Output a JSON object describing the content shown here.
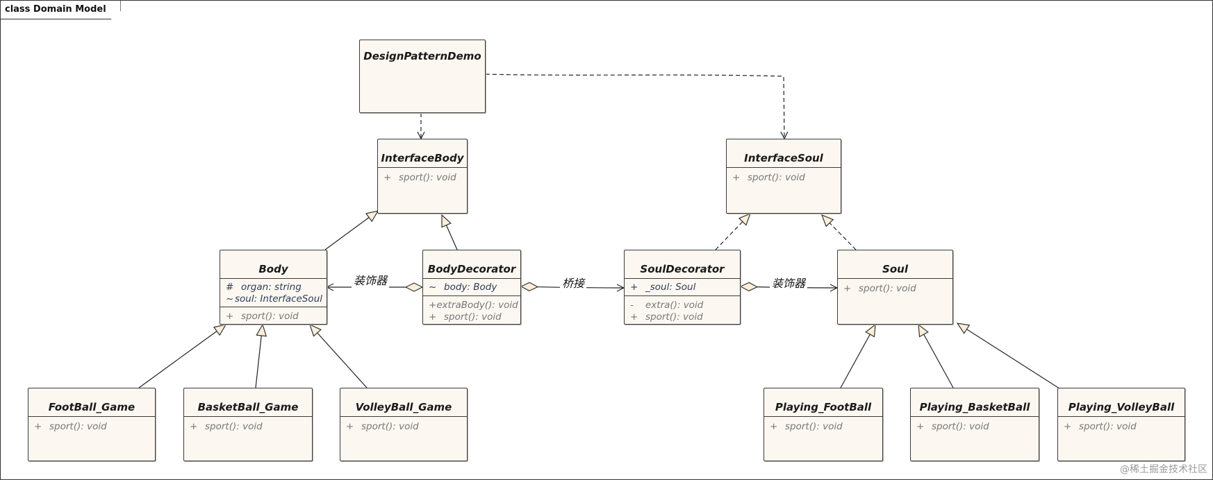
{
  "frame_label": "class Domain Model",
  "classes": {
    "design_pattern_demo": {
      "name": "DesignPatternDemo"
    },
    "interface_body": {
      "name": "InterfaceBody",
      "operations": [
        {
          "vis": "+",
          "text": "sport(): void"
        }
      ]
    },
    "interface_soul": {
      "name": "InterfaceSoul",
      "operations": [
        {
          "vis": "+",
          "text": "sport(): void"
        }
      ]
    },
    "body": {
      "name": "Body",
      "attributes": [
        {
          "vis": "#",
          "text": "organ: string"
        },
        {
          "vis": "~",
          "text": "soul: InterfaceSoul"
        }
      ],
      "operations": [
        {
          "vis": "+",
          "text": "sport(): void"
        }
      ]
    },
    "body_decorator": {
      "name": "BodyDecorator",
      "attributes": [
        {
          "vis": "~",
          "text": "body: Body"
        }
      ],
      "operations": [
        {
          "vis": "+",
          "text": "extraBody(): void"
        },
        {
          "vis": "+",
          "text": "sport(): void"
        }
      ]
    },
    "soul_decorator": {
      "name": "SoulDecorator",
      "attributes": [
        {
          "vis": "+",
          "text": "_soul: Soul"
        }
      ],
      "operations": [
        {
          "vis": "-",
          "text": "extra(): void"
        },
        {
          "vis": "+",
          "text": "sport(): void"
        }
      ]
    },
    "soul": {
      "name": "Soul",
      "operations": [
        {
          "vis": "+",
          "text": "sport(): void"
        }
      ]
    },
    "football_game": {
      "name": "FootBall_Game",
      "operations": [
        {
          "vis": "+",
          "text": "sport(): void"
        }
      ]
    },
    "basketball_game": {
      "name": "BasketBall_Game",
      "operations": [
        {
          "vis": "+",
          "text": "sport(): void"
        }
      ]
    },
    "volleyball_game": {
      "name": "VolleyBall_Game",
      "operations": [
        {
          "vis": "+",
          "text": "sport(): void"
        }
      ]
    },
    "playing_football": {
      "name": "Playing_FootBall",
      "operations": [
        {
          "vis": "+",
          "text": "sport(): void"
        }
      ]
    },
    "playing_basketball": {
      "name": "Playing_BasketBall",
      "operations": [
        {
          "vis": "+",
          "text": "sport(): void"
        }
      ]
    },
    "playing_volleyball": {
      "name": "Playing_VolleyBall",
      "operations": [
        {
          "vis": "+",
          "text": "sport(): void"
        }
      ]
    }
  },
  "edge_labels": {
    "body_decorator_to_body": "装饰器",
    "bridge": "桥接",
    "soul_decorator_to_soul": "装饰器"
  },
  "watermark": "@稀土掘金技术社区"
}
